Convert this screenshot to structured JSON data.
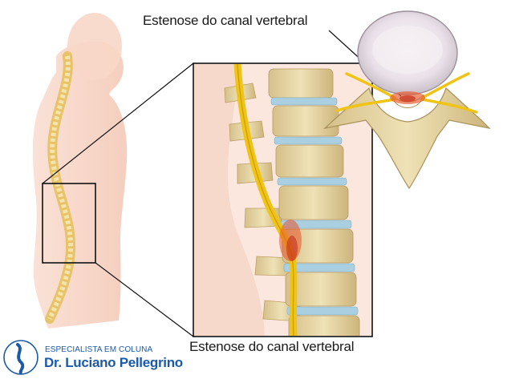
{
  "labels": {
    "top": "Estenose do canal vertebral",
    "bottom": "Estenose do canal vertebral"
  },
  "logo": {
    "tagline": "ESPECIALISTA EM COLUNA",
    "name": "Dr. Luciano Pellegrino"
  },
  "colors": {
    "skin": "#f6d2c2",
    "bone": "#e9d9a8",
    "disc": "#a9cfe0",
    "nerve": "#f0c417",
    "inflammation": "#e8562b",
    "logo_blue": "#1c5aa6"
  }
}
